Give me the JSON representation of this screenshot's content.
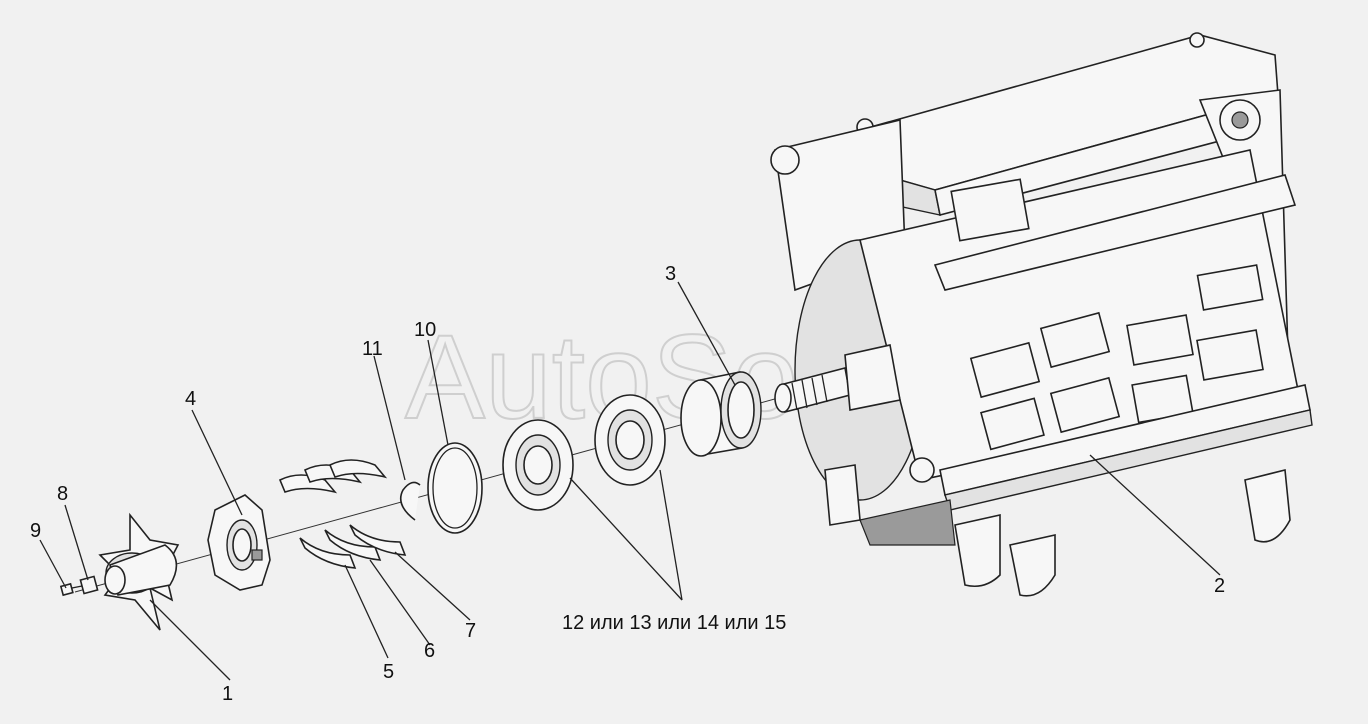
{
  "watermark": "AutoSoft",
  "labels": {
    "l1": "1",
    "l2": "2",
    "l3": "3",
    "l4": "4",
    "l5": "5",
    "l6": "6",
    "l7": "7",
    "l8": "8",
    "l9": "9",
    "l10": "10",
    "l11": "11",
    "bearings": "12 или 13 или 14 или 15"
  }
}
